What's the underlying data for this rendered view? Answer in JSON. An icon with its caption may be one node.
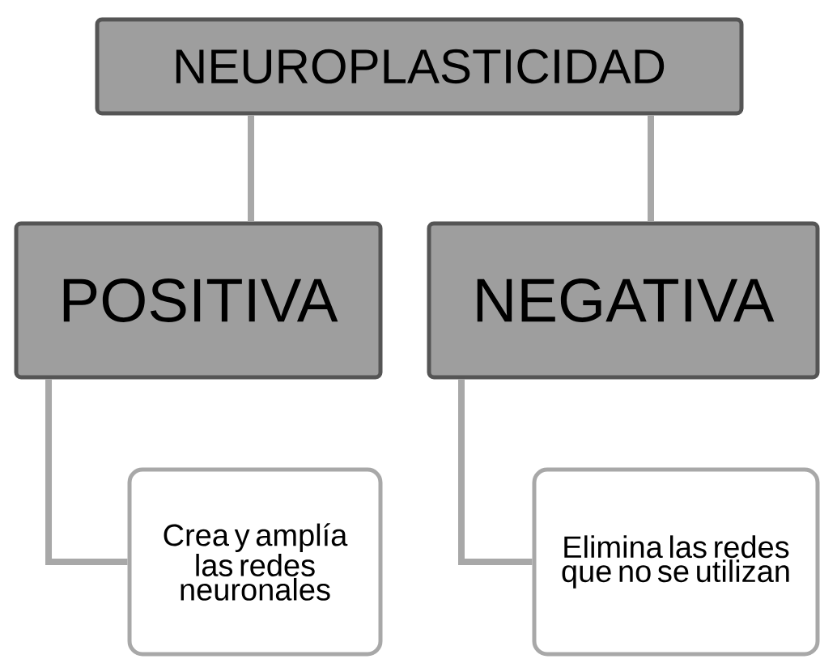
{
  "diagram": {
    "nodes": [
      {
        "text": [
          "NEUROPLASTICIDAD"
        ]
      },
      {
        "text": [
          "POSITIVA"
        ]
      },
      {
        "text": [
          "NEGATIVA"
        ]
      },
      {
        "text": [
          "Crea y amplía las redes neuronales"
        ]
      },
      {
        "text": [
          "Elimina las redes que no se utilizan"
        ]
      }
    ],
    "edges": [
      {
        "from": 0,
        "to": 1,
        "arrow": "none"
      },
      {
        "from": 0,
        "to": 2,
        "arrow": "none"
      },
      {
        "from": 1,
        "to": 3,
        "arrow": "none"
      },
      {
        "from": 2,
        "to": 4,
        "arrow": "none"
      }
    ]
  }
}
